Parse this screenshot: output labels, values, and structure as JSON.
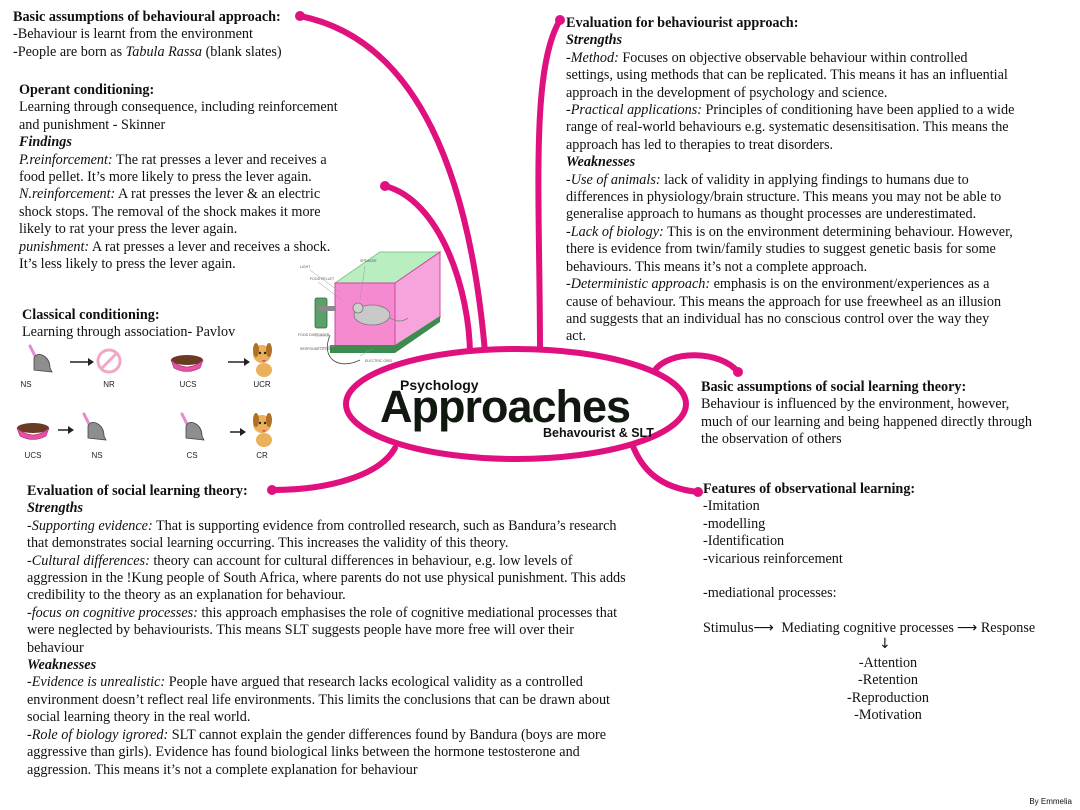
{
  "colors": {
    "accent": "#e0117f",
    "dark": "#111111",
    "cage": "#f58ad0",
    "cage_top": "#b9efc0"
  },
  "center": {
    "subtitle": "Psychology",
    "title": "Approaches",
    "caption": "Behavourist & SLT"
  },
  "basic_behav": {
    "heading": "Basic assumptions of behavioural approach:",
    "line1": "-Behaviour is learnt from the environment",
    "line2_prefix": "-People are born as ",
    "line2_italic": "Tabula Rassa",
    "line2_suffix": " (blank slates)"
  },
  "operant": {
    "heading": "Operant conditioning:",
    "line1": "Learning through consequence, including reinforcement",
    "line2": "and punishment - Skinner",
    "findings": "Findings",
    "p1_label": "P.reinforcement:",
    "p1_a": " The rat presses a lever and receives a",
    "p1_b": "food pellet. It’s more likely to press the lever again.",
    "n_label": "N.reinforcement:",
    "n_a": " A rat presses the lever & an electric",
    "n_b": "shock stops. The removal of the shock makes it more",
    "n_c": "likely to rat your press the lever again.",
    "pun_label": "punishment:",
    "pun_a": " A rat presses a lever and receives a shock.",
    "pun_b": "It’s less likely to press the lever again."
  },
  "classical": {
    "heading": "Classical conditioning:",
    "line1": "Learning through association- Pavlov",
    "labels": {
      "ns": "NS",
      "nr": "NR",
      "ucs": "UCS",
      "ucr": "UCR",
      "ns2": "NS",
      "ucs2": "UCS",
      "cs": "CS",
      "cr": "CR"
    }
  },
  "eval_behav": {
    "heading": "Evaluation for behaviourist approach:",
    "strengths": "Strengths",
    "m_label": "-Method:",
    "m_a": " Focuses on objective observable behaviour within controlled",
    "m_b": "settings, using methods that can be replicated. This means it has an influential",
    "m_c": "approach in the development of psychology and science.",
    "pa_label": "-Practical applications:",
    "pa_a": " Principles of conditioning have been applied to a wide",
    "pa_b": "range of real-world behaviours e.g. systematic desensitisation. This means the",
    "pa_c": "approach has led to therapies to treat disorders.",
    "weaknesses": "Weaknesses",
    "ua_label": "-Use of animals:",
    "ua_a": " lack of validity in applying findings to humans due to",
    "ua_b": "differences in physiology/brain structure. This means you may not be able to",
    "ua_c": "generalise approach to humans as thought processes are underestimated.",
    "lb_label": "-Lack of biology:",
    "lb_a": " This is on the environment determining behaviour. However,",
    "lb_b": "there is evidence from twin/family studies to suggest genetic basis for some",
    "lb_c": "behaviours. This means it’s not a complete approach.",
    "da_label": "-Deterministic approach:",
    "da_a": " emphasis is on the environment/experiences as a",
    "da_b": "cause of behaviour. This means the approach for use freewheel as an illusion",
    "da_c": "and suggests that an individual has no conscious control over the way they",
    "da_d": "act."
  },
  "slt_basic": {
    "heading": "Basic assumptions of social learning theory:",
    "line1": " Behaviour is influenced by the environment, however,",
    "line2": "much of our learning and being happened directly through",
    "line3": "the observation of others"
  },
  "features": {
    "heading": "Features of observational learning:",
    "items": [
      "-Imitation",
      "-modelling",
      "-Identification",
      "-vicarious reinforcement"
    ],
    "mediational": "-mediational processes:",
    "stimulus": "Stimulus",
    "mediating": "Mediating cognitive processes",
    "response": "Response",
    "processes": [
      "-Attention",
      "-Retention",
      "-Reproduction",
      "-Motivation"
    ]
  },
  "eval_slt": {
    "heading": "Evaluation of social learning theory:",
    "strengths": "Strengths",
    "se_label": "-Supporting evidence:",
    "se_a": " That is supporting evidence from controlled research, such as Bandura’s research",
    "se_b": "that demonstrates social learning occurring. This increases the validity of this theory.",
    "cd_label": "-Cultural differences:",
    "cd_a": " theory can account for cultural differences in behaviour, e.g. low levels of",
    "cd_b": "aggression in the !Kung people of South Africa, where parents do not use physical punishment. This adds",
    "cd_c": "credibility to the theory as an explanation for behaviour.",
    "fc_label": "-focus on cognitive processes:",
    "fc_a": " this approach emphasises the role of cognitive mediational processes that",
    "fc_b": "were neglected by behaviourists. This means SLT suggests people have more free will over their",
    "fc_c": "behaviour",
    "weaknesses": "Weaknesses",
    "eu_label": "-Evidence is unrealistic:",
    "eu_a": " People have argued that research lacks ecological validity as a controlled",
    "eu_b": "environment doesn’t reflect real life environments. This limits the conclusions that can be drawn about",
    "eu_c": "social learning theory in the real world.",
    "rb_label": "-Role of biology igrored:",
    "rb_a": " SLT cannot explain the gender differences found by Bandura (boys are more",
    "rb_b": "aggressive than girls). Evidence has found biological links between the hormone testosterone and",
    "rb_c": "aggression. This means it’s not a complete explanation for behaviour"
  },
  "credit": "By Emmelia"
}
